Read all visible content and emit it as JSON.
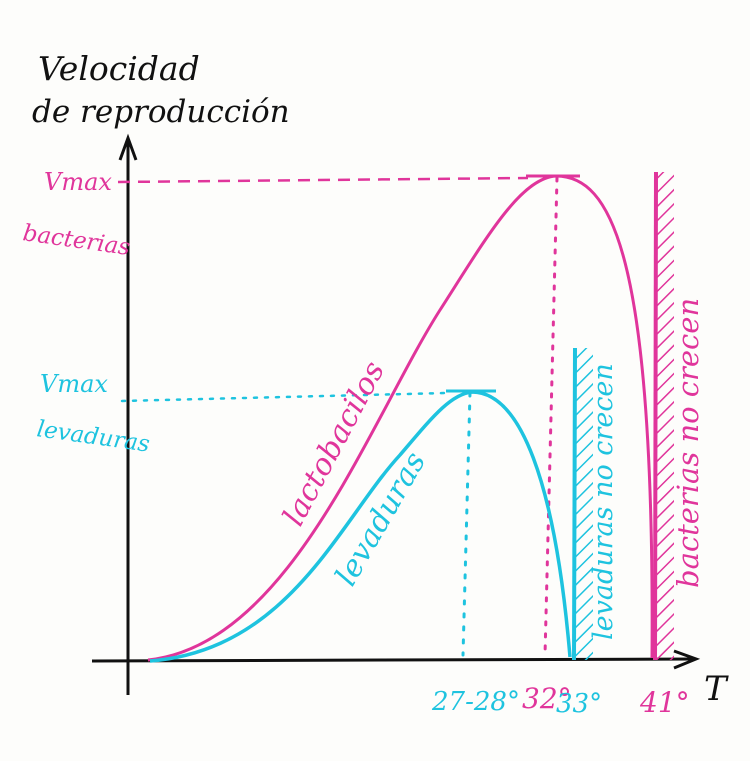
{
  "axes": {
    "ylabel_line1": "Velocidad",
    "ylabel_line2": "de reproducción",
    "xlabel": "T"
  },
  "levels": {
    "bacterias_line1": "Vmax",
    "bacterias_line2": "bacterias",
    "levaduras_line1": "Vmax",
    "levaduras_line2": "levaduras"
  },
  "ticks": {
    "opt_levaduras": "27-28°",
    "opt_bacterias": "32°",
    "max_levaduras": "33°",
    "max_bacterias": "41°"
  },
  "curves": {
    "lactobacilos": "lactobacilos",
    "levaduras": "levaduras"
  },
  "zones": {
    "levaduras_no_crecen": "levaduras no crecen",
    "bacterias_no_crecen": "bacterias no crecen"
  },
  "colors": {
    "ink": "#111111",
    "bacterias": "#e0359b",
    "levaduras": "#1ec3df"
  }
}
